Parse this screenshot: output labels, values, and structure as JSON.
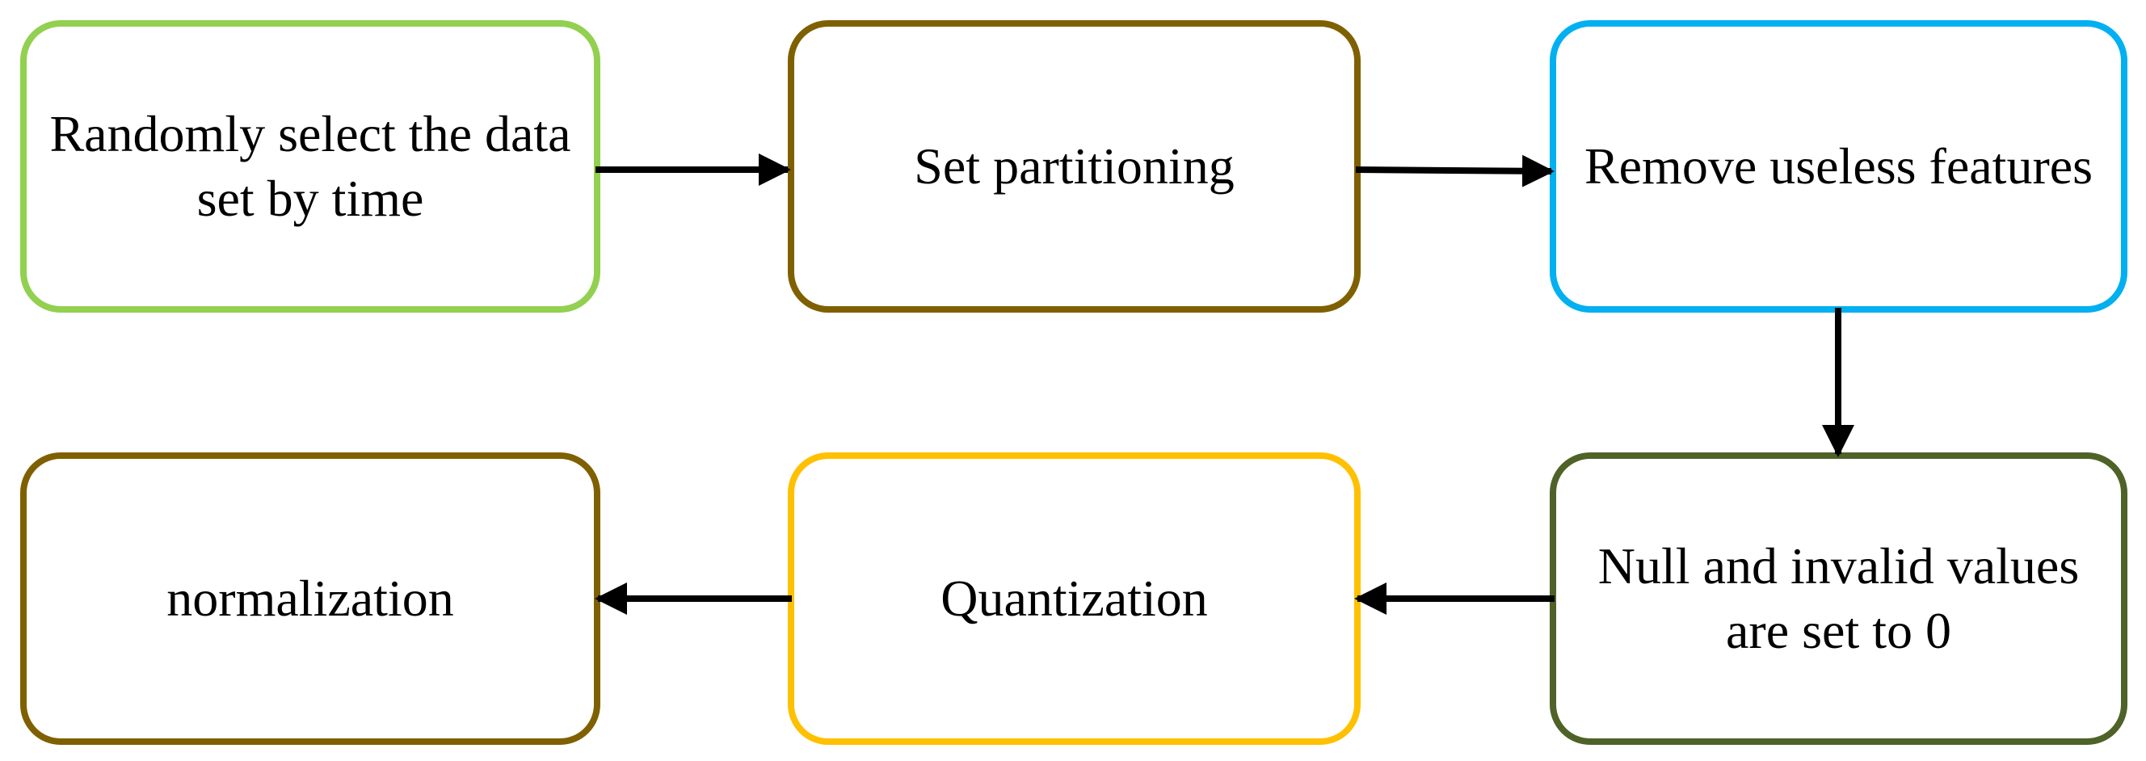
{
  "diagram": {
    "nodes": [
      {
        "id": "n1",
        "label": "Randomly select the data set by time",
        "border_color": "#92D050"
      },
      {
        "id": "n2",
        "label": "Set partitioning",
        "border_color": "#7F6000"
      },
      {
        "id": "n3",
        "label": "Remove useless features",
        "border_color": "#00B0F0"
      },
      {
        "id": "n4",
        "label": "Null and invalid values are set to 0",
        "border_color": "#4F6228"
      },
      {
        "id": "n5",
        "label": "Quantization",
        "border_color": "#FFC000"
      },
      {
        "id": "n6",
        "label": "normalization",
        "border_color": "#7F6000"
      }
    ],
    "edges": [
      {
        "from": "n1",
        "to": "n2"
      },
      {
        "from": "n2",
        "to": "n3"
      },
      {
        "from": "n3",
        "to": "n4"
      },
      {
        "from": "n4",
        "to": "n5"
      },
      {
        "from": "n5",
        "to": "n6"
      }
    ],
    "arrow_color": "#000000"
  }
}
